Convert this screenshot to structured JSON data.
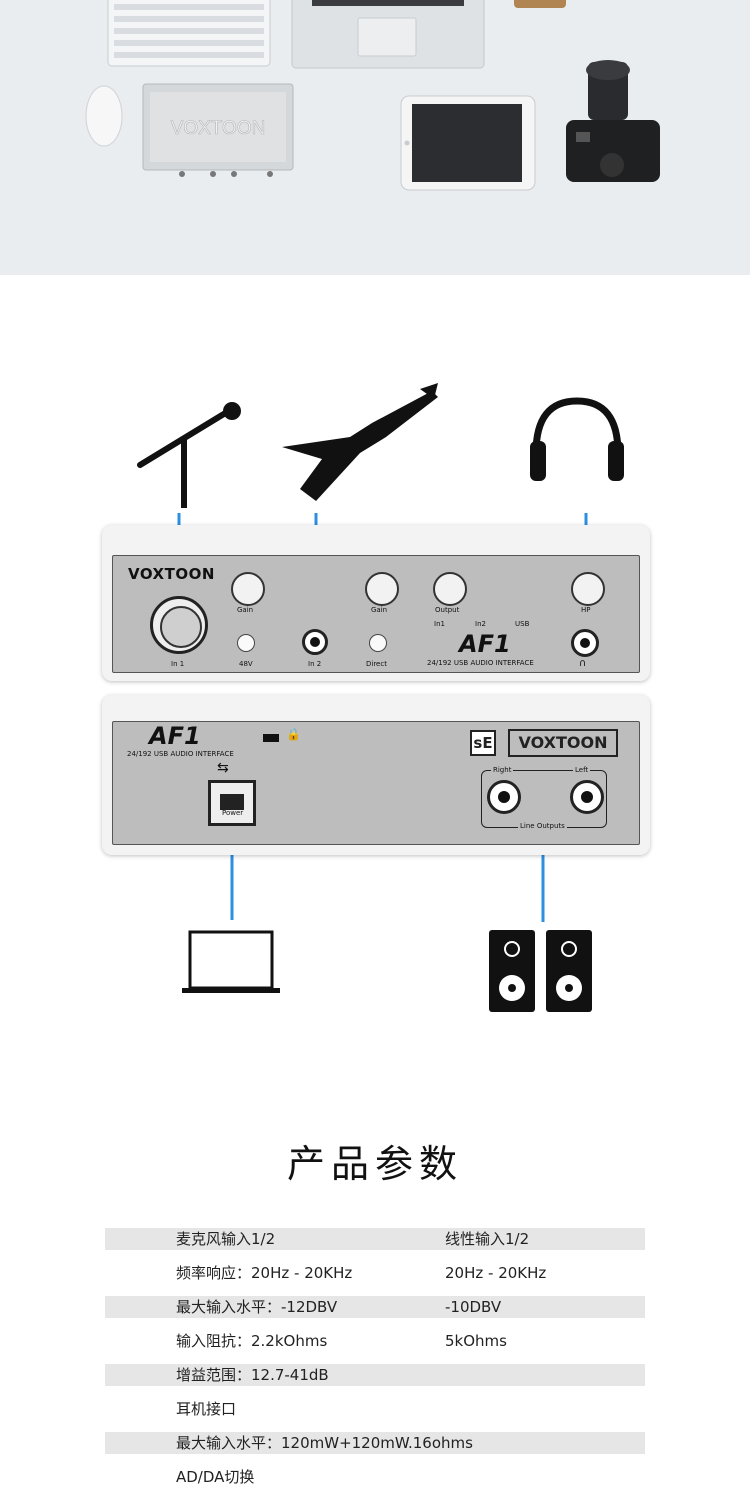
{
  "hero": {
    "device_brand": "VOXTOON"
  },
  "front_panel": {
    "brand": "VOXTOON",
    "knob_labels": [
      "Gain",
      "Gain",
      "Output",
      "HP"
    ],
    "jack_labels": [
      "In 1",
      "48V",
      "In 2",
      "Direct"
    ],
    "mix_labels": [
      "In1",
      "In2",
      "USB"
    ],
    "model": "AF1",
    "subtitle": "24/192 USB AUDIO INTERFACE"
  },
  "back_panel": {
    "model": "AF1",
    "subtitle": "24/192 USB AUDIO INTERFACE",
    "logo": "sE",
    "brand": "VOXTOON",
    "power_label": "Power",
    "right_label": "Right",
    "left_label": "Left",
    "outputs_label": "Line Outputs"
  },
  "specs": {
    "title": "产品参数",
    "rows": [
      {
        "c1": "麦克风输入1/2",
        "c2": "线性输入1/2"
      },
      {
        "c1": "频率响应：20Hz - 20KHz",
        "c2": "20Hz - 20KHz"
      },
      {
        "c1": "最大输入水平：-12DBV",
        "c2": "-10DBV"
      },
      {
        "c1": "输入阻抗：2.2kOhms",
        "c2": "5kOhms"
      },
      {
        "c1": "增益范围：12.7-41dB",
        "c2": ""
      },
      {
        "c1": "耳机接口",
        "c2": ""
      },
      {
        "c1": "最大输入水平：120mW+120mW.16ohms",
        "c2": ""
      },
      {
        "c1": "AD/DA切换",
        "c2": ""
      }
    ]
  },
  "colors": {
    "wire": "#2d8fe0",
    "hero_bg": "#e9edf0",
    "panel_face": "#bdbdbd",
    "row_shade": "#e6e6e6"
  }
}
